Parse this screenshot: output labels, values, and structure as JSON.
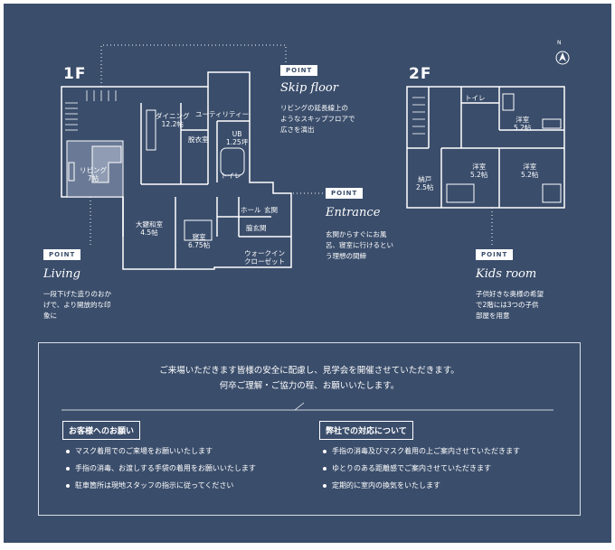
{
  "floors": {
    "first": "1F",
    "second": "2F"
  },
  "rooms_1f": {
    "dining": "ダイニング\n12.2帖",
    "utility": "ユーティリティー",
    "dressing": "脱衣室",
    "ub": "UB\n1.25坪",
    "toilet": "トイレ",
    "living": "リビング\n7帖",
    "hall": "ホール",
    "entrance": "玄関",
    "side_entrance": "脇玄関",
    "washitsu": "大鍵和室\n4.5帖",
    "bedroom": "寝室\n6.75帖",
    "walkin": "ウォークイン\nクローゼット"
  },
  "rooms_2f": {
    "toilet": "トイレ",
    "western1": "洋室\n5.2帖",
    "western2": "洋室\n5.2帖",
    "western3": "洋室\n5.2帖",
    "storage": "納戸\n2.5帖"
  },
  "compass": "N",
  "points": {
    "badge": "POINT",
    "skip": {
      "title": "Skip floor",
      "text": "リビングの延長線上の\nようなスキップフロアで\n広さを演出"
    },
    "entrance": {
      "title": "Entrance",
      "text": "玄関からすぐにお風\n呂、寝室に行けるとい\nう理想の間締"
    },
    "living": {
      "title": "Living",
      "text": "一段下げた造りのおか\nげで、より開放的な印\n象に"
    },
    "kids": {
      "title": "Kids room",
      "text": "子供好きな奥様の希望\nで2階には3つの子供\n部屋を用意"
    }
  },
  "notice": {
    "intro1": "ご来場いただきます皆様の安全に配慮し、見学会を開催させていただきます。",
    "intro2": "何卒ご理解・ご協力の程、お願いいたします。",
    "left_title": "お客様へのお願い",
    "left_items": [
      "マスク着用でのご来場をお願いいたします",
      "手指の消毒、お渡しする手袋の着用をお願いいたします",
      "駐車箇所は現地スタッフの指示に従ってください"
    ],
    "right_title": "弊社での対応について",
    "right_items": [
      "手指の消毒及びマスク着用の上ご案内させていただきます",
      "ゆとりのある距離感でご案内させていただきます",
      "定期的に室内の換気をいたします"
    ]
  }
}
